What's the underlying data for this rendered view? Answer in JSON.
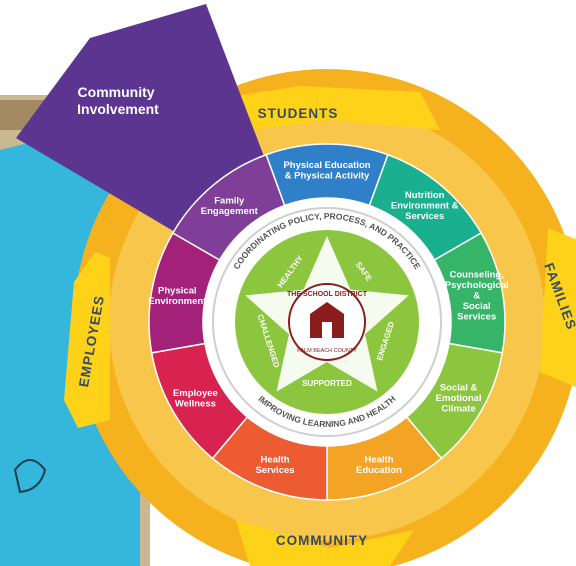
{
  "community_involvement": "Community Involvement",
  "ring_labels": {
    "students": "STUDENTS",
    "families": "FAMILIES",
    "community": "COMMUNITY",
    "employees": "EMPLOYEES"
  },
  "segments": [
    {
      "lines": [
        "Physical Education",
        "& Physical Activity"
      ],
      "color": "#2f80c8"
    },
    {
      "lines": [
        "Nutrition",
        "Environment &",
        "Services"
      ],
      "color": "#1aaf8e"
    },
    {
      "lines": [
        "Counseling,",
        "Psychological",
        "&",
        "Social",
        "Services"
      ],
      "color": "#36b569"
    },
    {
      "lines": [
        "Social &",
        "Emotional",
        "Climate"
      ],
      "color": "#8cc63f"
    },
    {
      "lines": [
        "Health",
        "Education"
      ],
      "color": "#f3a425"
    },
    {
      "lines": [
        "Health",
        "Services"
      ],
      "color": "#ec5b32"
    },
    {
      "lines": [
        "Employee",
        "Wellness"
      ],
      "color": "#d8224f"
    },
    {
      "lines": [
        "Physical",
        "Environment"
      ],
      "color": "#a4217a"
    },
    {
      "lines": [
        "Family",
        "Engagement"
      ],
      "color": "#7f3f98"
    }
  ],
  "hub": {
    "top_text": "COORDINATING POLICY, PROCESS, AND PRACTICE",
    "bottom_text": "IMPROVING LEARNING AND HEALTH",
    "star_points": [
      "HEALTHY",
      "SAFE",
      "ENGAGED",
      "SUPPORTED",
      "CHALLENGED"
    ],
    "logo_text": "THE SCHOOL DISTRICT",
    "logo_subtext": "PALM BEACH COUNTY"
  },
  "colors": {
    "outer_ring": "#f5b21e",
    "flag": "#ffd21a",
    "community_wedge": "#5c3591",
    "hub_green": "#8cc63f",
    "shirt": "#35b6dd"
  }
}
